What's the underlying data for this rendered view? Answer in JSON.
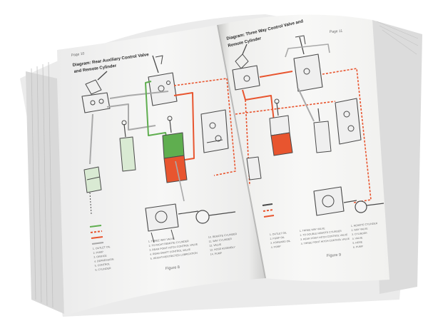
{
  "left_page": {
    "page_number": "Page 10",
    "title_line_1": "Diagram: Rear Auxiliary Control Valve",
    "title_line_2": "and Remote Cylinder",
    "figure_caption": "Figure 8",
    "legend_col1": [
      "1. OUTLET OIL",
      "2. PUMP",
      "3. ORIFICE",
      "4. DEPRESSION",
      "5. CONTROL",
      "6. CYLINDER"
    ],
    "legend_col2": [
      "1. THREE WAY VALVE",
      "2. TO RIGHT REMOTE CYLINDER",
      "3. REAR POINT HITCH CONTROL VALVE",
      "4. REAR DRAFT CONTROL VALVE",
      "5. HEIGHT-RESTRICTED LUBRICATION"
    ],
    "legend_col3": [
      "10. REMOTE CYLINDER",
      "11. WAY CYLINDER",
      "12. VALVE",
      "13. HOSE ASSEMBLY",
      "14. PUMP"
    ]
  },
  "right_page": {
    "page_number": "Page 11",
    "title_line_1": "Diagram: Three Way Control Valve and",
    "title_line_2": "Remote Cylinder",
    "figure_caption": "Figure 9",
    "legend_col1": [
      "1. OUTLET OIL",
      "2. PUMP OIL",
      "3. FORWARD OIL",
      "4. PUMP"
    ],
    "legend_col2": [
      "1. THREE WAY VALVE",
      "2. TO DOUBLE REMOTE CYLINDER",
      "3. REAR POINT HITCH CONTROL VALVE",
      "4. THREE POINT HITCH CONTROL VALVE"
    ],
    "legend_col3": [
      "1. REMOTE CYLINDER",
      "2. WAY VALVE",
      "3. CYLINDER",
      "4. VALVE",
      "5. HOSE",
      "6. PUMP"
    ]
  },
  "colors": {
    "hydraulic_red": "#e8552f",
    "hydraulic_green": "#5fae4f",
    "hydraulic_gray": "#a9a9a9",
    "line_drawing": "#4a4a4a",
    "paper": "#f7f7f5"
  }
}
